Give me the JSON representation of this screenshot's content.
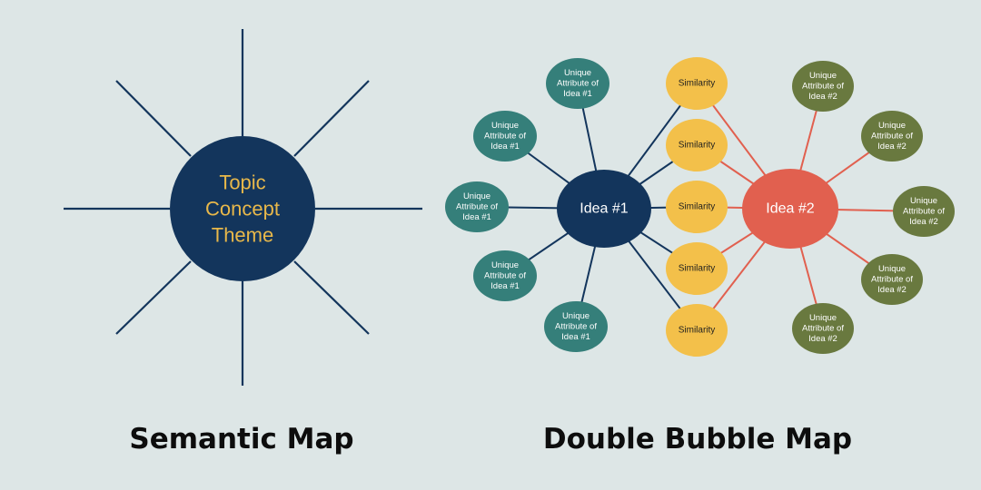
{
  "colors": {
    "background": "#dde6e6",
    "navy": "#13355c",
    "gold": "#e8b84a",
    "teal": "#357f7a",
    "olive": "#69793f",
    "coral": "#e1604f",
    "similarity_yellow": "#f3c04a"
  },
  "semantic_map": {
    "center_lines": [
      "Topic",
      "Concept",
      "Theme"
    ],
    "caption": "Semantic Map"
  },
  "double_bubble_map": {
    "caption": "Double Bubble Map",
    "idea1": "Idea #1",
    "idea2": "Idea #2",
    "similarities": [
      "Similarity",
      "Similarity",
      "Similarity",
      "Similarity",
      "Similarity"
    ],
    "idea1_attributes": [
      [
        "Unique",
        "Attribute of",
        "Idea #1"
      ],
      [
        "Unique",
        "Attribute of",
        "Idea #1"
      ],
      [
        "Unique",
        "Attribute of",
        "Idea #1"
      ],
      [
        "Unique",
        "Attribute of",
        "Idea #1"
      ],
      [
        "Unique",
        "Attribute of",
        "Idea #1"
      ]
    ],
    "idea2_attributes": [
      [
        "Unique",
        "Attribute of",
        "Idea #2"
      ],
      [
        "Unique",
        "Attribute of",
        "Idea #2"
      ],
      [
        "Unique",
        "Attribute of",
        "Idea #2"
      ],
      [
        "Unique",
        "Attribute of",
        "Idea #2"
      ],
      [
        "Unique",
        "Attribute of",
        "Idea #2"
      ]
    ]
  }
}
